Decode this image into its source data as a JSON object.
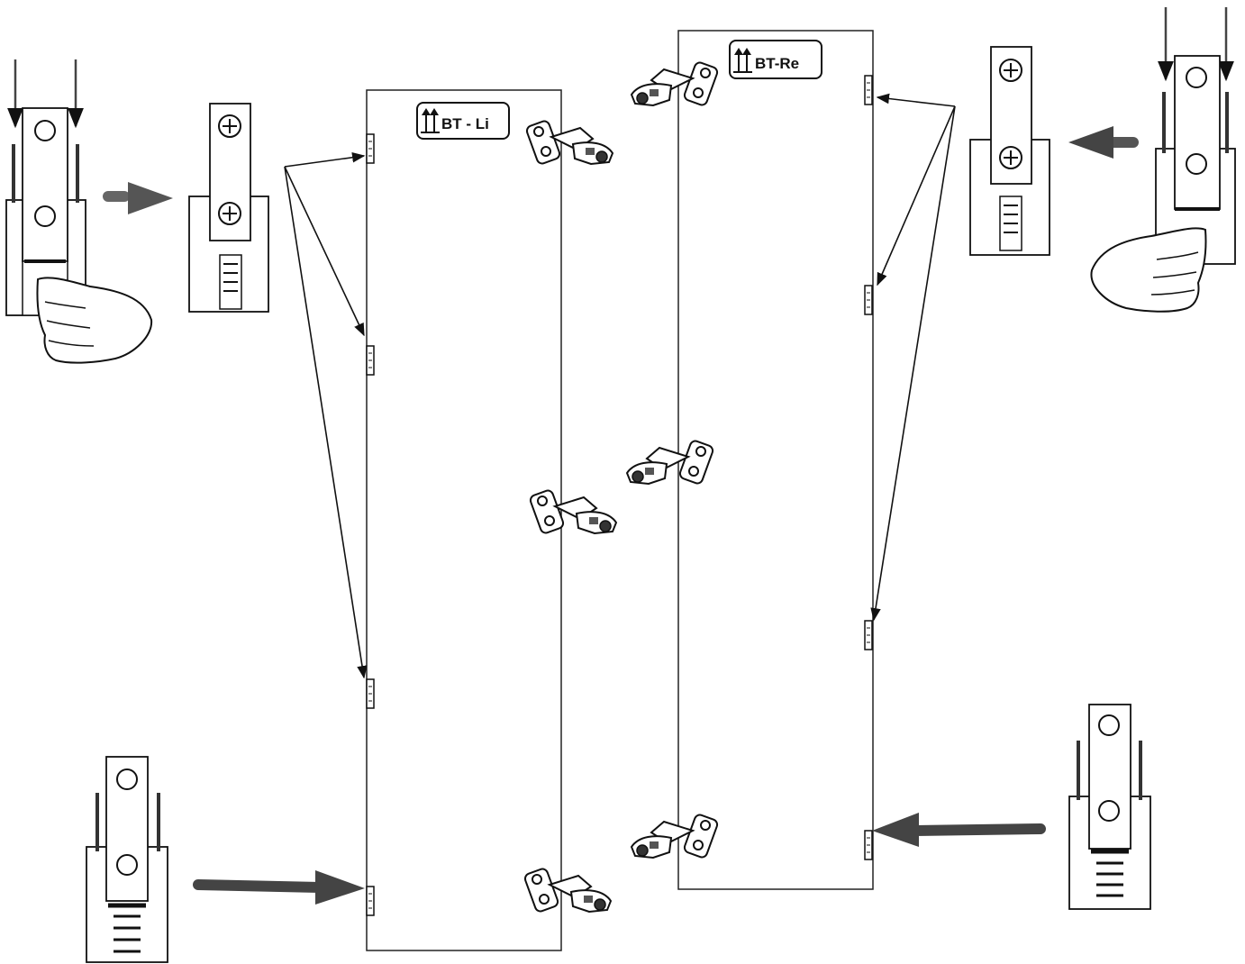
{
  "doors": [
    {
      "id": "left-door",
      "label": "BT - Li"
    },
    {
      "id": "right-door",
      "label": "BT-Re"
    }
  ],
  "colors": {
    "line": "#222222",
    "arrow_fill": "#444444",
    "panel": "#ffffff"
  },
  "icons": [
    "up-arrows-icon",
    "screw-icon",
    "hand-icon",
    "hinge-icon",
    "arrow-icon"
  ]
}
